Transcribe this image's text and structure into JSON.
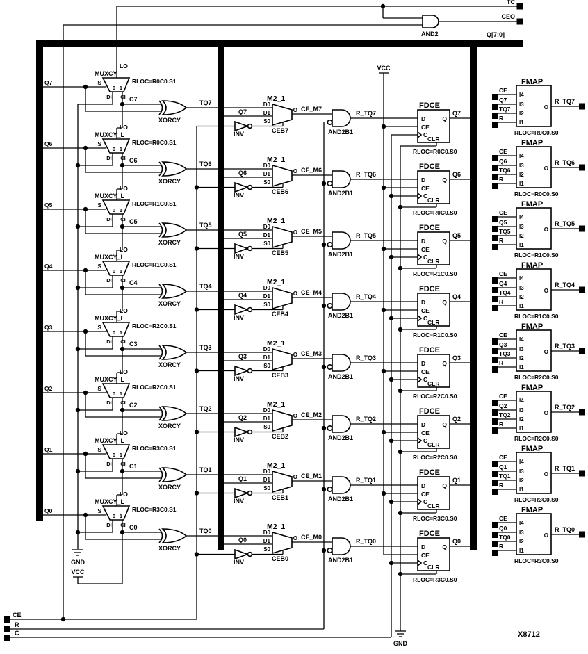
{
  "part_label": "X8712",
  "colors": {
    "ink": "#000000",
    "bg": "#ffffff"
  },
  "top": {
    "tc": "TC",
    "ceo": "CEO",
    "and2": "AND2",
    "bus": "Q[7:0]",
    "vcc": "VCC"
  },
  "left_rail": {
    "gnd": "GND",
    "vcc": "VCC"
  },
  "bottom": {
    "ce": "CE",
    "r": "R",
    "c": "C",
    "gnd": "GND"
  },
  "blocks": {
    "muxcy_first": "MUXCY",
    "muxcy": "MUXCY_L",
    "xorcy": "XORCY",
    "lo": "LO",
    "m2": "M2_1",
    "inv": "INV",
    "and2b1": "AND2B1",
    "fdce": "FDCE",
    "fmap": "FMAP"
  },
  "ports": {
    "s": "S",
    "zero": "0",
    "one": "1",
    "di": "DI",
    "ci": "CI",
    "d0": "D0",
    "d1": "D1",
    "s0": "S0",
    "o": "O",
    "d": "D",
    "ce": "CE",
    "c": "C",
    "clr": "CLR",
    "q": "Q",
    "i4": "I4",
    "i3": "I3",
    "i2": "I2",
    "i1": "I1"
  },
  "rows": [
    {
      "q": "Q7",
      "carry": "C7",
      "tq": "TQ7",
      "mux_label": "MUXCY",
      "mux_rloc": "RLOC=R0C0.S1",
      "ceb": "CEB7",
      "ce_m": "CE_M7",
      "r_tq": "R_TQ7",
      "fdce_rloc": "RLOC=R0C0.S0",
      "fmap_rloc": "RLOC=R0C0.S0",
      "fmap_in": [
        "CE",
        "Q7",
        "TQ7",
        "R"
      ]
    },
    {
      "q": "Q6",
      "carry": "C6",
      "tq": "TQ6",
      "mux_label": "MUXCY_L",
      "mux_rloc": "RLOC=R0C0.S1",
      "ceb": "CEB6",
      "ce_m": "CE_M6",
      "r_tq": "R_TQ6",
      "fdce_rloc": "RLOC=R0C0.S0",
      "fmap_rloc": "RLOC=R0C0.S0",
      "fmap_in": [
        "CE",
        "Q6",
        "TQ6",
        "R"
      ]
    },
    {
      "q": "Q5",
      "carry": "C5",
      "tq": "TQ5",
      "mux_label": "MUXCY_L",
      "mux_rloc": "RLOC=R1C0.S1",
      "ceb": "CEB5",
      "ce_m": "CE_M5",
      "r_tq": "R_TQ5",
      "fdce_rloc": "RLOC=R1C0.S0",
      "fmap_rloc": "RLOC=R1C0.S0",
      "fmap_in": [
        "CE",
        "Q5",
        "TQ5",
        "R"
      ]
    },
    {
      "q": "Q4",
      "carry": "C4",
      "tq": "TQ4",
      "mux_label": "MUXCY_L",
      "mux_rloc": "RLOC=R1C0.S1",
      "ceb": "CEB4",
      "ce_m": "CE_M4",
      "r_tq": "R_TQ4",
      "fdce_rloc": "RLOC=R1C0.S0",
      "fmap_rloc": "RLOC=R1C0.S0",
      "fmap_in": [
        "CE",
        "Q4",
        "TQ4",
        "R"
      ]
    },
    {
      "q": "Q3",
      "carry": "C3",
      "tq": "TQ3",
      "mux_label": "MUXCY_L",
      "mux_rloc": "RLOC=R2C0.S1",
      "ceb": "CEB3",
      "ce_m": "CE_M3",
      "r_tq": "R_TQ3",
      "fdce_rloc": "RLOC=R2C0.S0",
      "fmap_rloc": "RLOC=R2C0.S0",
      "fmap_in": [
        "CE",
        "Q3",
        "TQ3",
        "R"
      ]
    },
    {
      "q": "Q2",
      "carry": "C2",
      "tq": "TQ2",
      "mux_label": "MUXCY_L",
      "mux_rloc": "RLOC=R2C0.S1",
      "ceb": "CEB2",
      "ce_m": "CE_M2",
      "r_tq": "R_TQ2",
      "fdce_rloc": "RLOC=R2C0.S0",
      "fmap_rloc": "RLOC=R2C0.S0",
      "fmap_in": [
        "CE",
        "Q2",
        "TQ2",
        "R"
      ]
    },
    {
      "q": "Q1",
      "carry": "C1",
      "tq": "TQ1",
      "mux_label": "MUXCY_L",
      "mux_rloc": "RLOC=R3C0.S1",
      "ceb": "CEB1",
      "ce_m": "CE_M1",
      "r_tq": "R_TQ1",
      "fdce_rloc": "RLOC=R3C0.S0",
      "fmap_rloc": "RLOC=R3C0.S0",
      "fmap_in": [
        "CE",
        "Q1",
        "TQ1",
        "R"
      ]
    },
    {
      "q": "Q0",
      "carry": "C0",
      "tq": "TQ0",
      "mux_label": "MUXCY_L",
      "mux_rloc": "RLOC=R3C0.S1",
      "ceb": "CEB0",
      "ce_m": "CE_M0",
      "r_tq": "R_TQ0",
      "fdce_rloc": "RLOC=R3C0.S0",
      "fmap_rloc": "RLOC=R3C0.S0",
      "fmap_in": [
        "CE",
        "Q0",
        "TQ0",
        "R"
      ]
    }
  ]
}
